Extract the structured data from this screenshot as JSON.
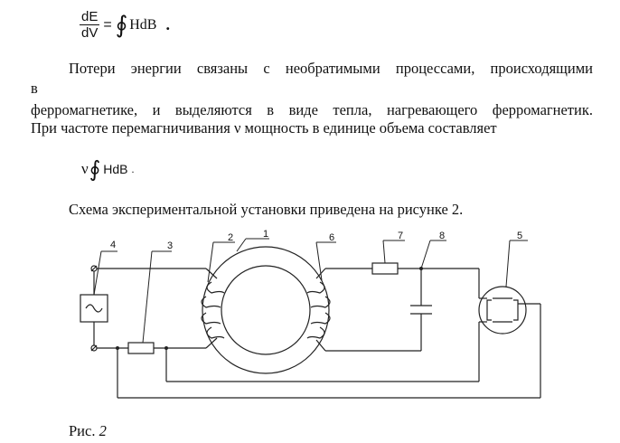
{
  "formula1": {
    "numerator": "dE",
    "denominator": "dV",
    "equals": "=",
    "integral": "∮",
    "expr": "HdB",
    "terminal": "."
  },
  "paragraph1": {
    "line1": "Потери энергии связаны с необратимыми процессами, происходящими",
    "line2": "в",
    "line3": "ферромагнетике, и выделяются в виде тепла, нагревающего ферромагнетик.",
    "line4": "При частоте перемагничивания ν мощность в единице объема составляет"
  },
  "formula2": {
    "nu": "ν",
    "integral": "∮",
    "expr": "HdB",
    "terminal": "."
  },
  "paragraph2": "Схема экспериментальной установки приведена на рисунке 2.",
  "diagram": {
    "labels": [
      "4",
      "3",
      "2",
      "1",
      "6",
      "7",
      "8",
      "5"
    ]
  },
  "caption": {
    "prefix": "Рис.",
    "number": "2"
  }
}
